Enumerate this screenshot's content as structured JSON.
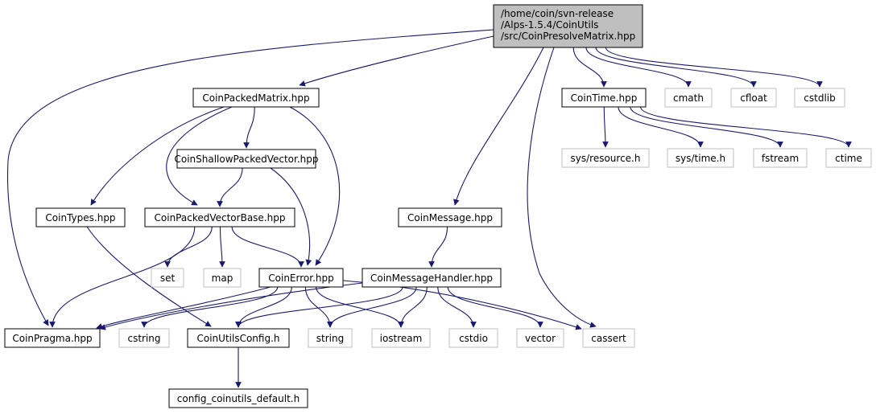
{
  "graph": {
    "root_lines": [
      "/home/coin/svn-release",
      "/Alps-1.5.4/CoinUtils",
      "/src/CoinPresolveMatrix.hpp"
    ],
    "nodes": {
      "root": {
        "lines": [
          "/home/coin/svn-release",
          "/Alps-1.5.4/CoinUtils",
          "/src/CoinPresolveMatrix.hpp"
        ],
        "kind": "root"
      },
      "coinpackedmatrix": {
        "label": "CoinPackedMatrix.hpp",
        "kind": "local"
      },
      "cointime": {
        "label": "CoinTime.hpp",
        "kind": "local"
      },
      "cmath": {
        "label": "cmath",
        "kind": "system"
      },
      "cfloat": {
        "label": "cfloat",
        "kind": "system"
      },
      "cstdlib": {
        "label": "cstdlib",
        "kind": "system"
      },
      "coinshallowpackedvector": {
        "label": "CoinShallowPackedVector.hpp",
        "kind": "local"
      },
      "sysresource": {
        "label": "sys/resource.h",
        "kind": "system"
      },
      "systime": {
        "label": "sys/time.h",
        "kind": "system"
      },
      "fstream": {
        "label": "fstream",
        "kind": "system"
      },
      "ctime": {
        "label": "ctime",
        "kind": "system"
      },
      "cointypes": {
        "label": "CoinTypes.hpp",
        "kind": "local"
      },
      "coinpackedvectorbase": {
        "label": "CoinPackedVectorBase.hpp",
        "kind": "local"
      },
      "coinmessage": {
        "label": "CoinMessage.hpp",
        "kind": "local"
      },
      "set": {
        "label": "set",
        "kind": "system"
      },
      "map": {
        "label": "map",
        "kind": "system"
      },
      "coinerror": {
        "label": "CoinError.hpp",
        "kind": "local"
      },
      "coinmessagehandler": {
        "label": "CoinMessageHandler.hpp",
        "kind": "local"
      },
      "coinpragma": {
        "label": "CoinPragma.hpp",
        "kind": "local"
      },
      "cstring": {
        "label": "cstring",
        "kind": "system"
      },
      "coinutilsconfig": {
        "label": "CoinUtilsConfig.h",
        "kind": "local"
      },
      "string": {
        "label": "string",
        "kind": "system"
      },
      "iostream": {
        "label": "iostream",
        "kind": "system"
      },
      "cstdio": {
        "label": "cstdio",
        "kind": "system"
      },
      "vector": {
        "label": "vector",
        "kind": "system"
      },
      "cassert": {
        "label": "cassert",
        "kind": "system"
      },
      "configdefault": {
        "label": "config_coinutils_default.h",
        "kind": "local"
      }
    },
    "edges": [
      [
        "root",
        "coinpackedmatrix"
      ],
      [
        "root",
        "cointime"
      ],
      [
        "root",
        "cmath"
      ],
      [
        "root",
        "cfloat"
      ],
      [
        "root",
        "cstdlib"
      ],
      [
        "root",
        "coinmessage"
      ],
      [
        "root",
        "cassert"
      ],
      [
        "root",
        "coinpragma"
      ],
      [
        "coinpackedmatrix",
        "coinshallowpackedvector"
      ],
      [
        "coinpackedmatrix",
        "cointypes"
      ],
      [
        "coinpackedmatrix",
        "coinpackedvectorbase"
      ],
      [
        "coinpackedmatrix",
        "coinerror"
      ],
      [
        "coinshallowpackedvector",
        "coinpackedvectorbase"
      ],
      [
        "coinshallowpackedvector",
        "coinerror"
      ],
      [
        "cointime",
        "sysresource"
      ],
      [
        "cointime",
        "systime"
      ],
      [
        "cointime",
        "fstream"
      ],
      [
        "cointime",
        "ctime"
      ],
      [
        "cointypes",
        "coinutilsconfig"
      ],
      [
        "coinpackedvectorbase",
        "set"
      ],
      [
        "coinpackedvectorbase",
        "map"
      ],
      [
        "coinpackedvectorbase",
        "coinerror"
      ],
      [
        "coinpackedvectorbase",
        "coinpragma"
      ],
      [
        "coinmessage",
        "coinmessagehandler"
      ],
      [
        "coinerror",
        "coinpragma"
      ],
      [
        "coinerror",
        "cstring"
      ],
      [
        "coinerror",
        "coinutilsconfig"
      ],
      [
        "coinerror",
        "string"
      ],
      [
        "coinerror",
        "iostream"
      ],
      [
        "coinerror",
        "cassert"
      ],
      [
        "coinmessagehandler",
        "coinpragma"
      ],
      [
        "coinmessagehandler",
        "coinutilsconfig"
      ],
      [
        "coinmessagehandler",
        "string"
      ],
      [
        "coinmessagehandler",
        "iostream"
      ],
      [
        "coinmessagehandler",
        "cstdio"
      ],
      [
        "coinmessagehandler",
        "vector"
      ],
      [
        "coinutilsconfig",
        "configdefault"
      ]
    ]
  },
  "colors": {
    "edge": "#191970",
    "root_fill": "#bfbfbf",
    "local_border": "#000000",
    "system_border": "#bfbfbf"
  }
}
